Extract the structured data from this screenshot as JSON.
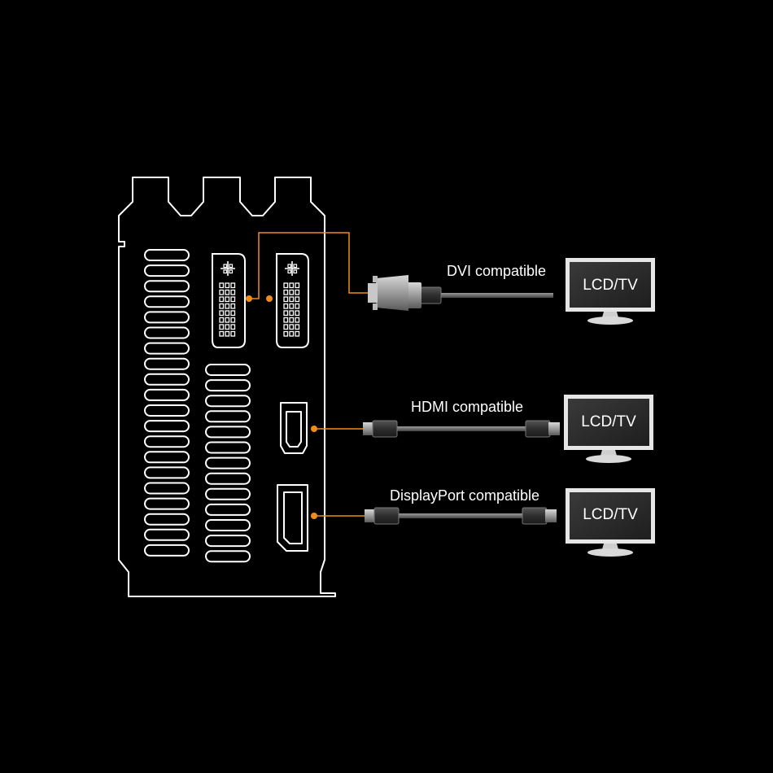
{
  "colors": {
    "background": "#000000",
    "outline": "#ffffff",
    "accent": "#f08c1e",
    "cable": "#7a7a7a",
    "screen": "#2b2b2b"
  },
  "connections": [
    {
      "label": "DVI compatible",
      "display": "LCD/TV",
      "port_icon": "dvi-port-icon"
    },
    {
      "label": "HDMI compatible",
      "display": "LCD/TV",
      "port_icon": "hdmi-port-icon"
    },
    {
      "label": "DisplayPort compatible",
      "display": "LCD/TV",
      "port_icon": "displayport-port-icon"
    }
  ]
}
